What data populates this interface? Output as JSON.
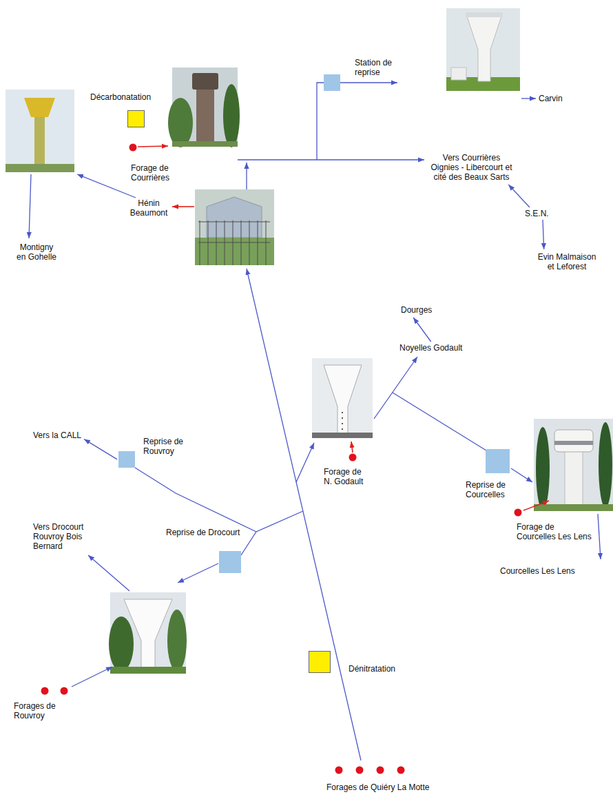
{
  "diagram": {
    "nodes": [
      {
        "text": [
          "Décarbonatation"
        ]
      },
      {
        "text": [
          "Forage de Courrières"
        ]
      },
      {
        "text": [
          "Station de reprise"
        ]
      },
      {
        "text": [
          "Carvin"
        ]
      },
      {
        "text": [
          "Vers Courrières Oignies - Libercourt et cité des Beaux Sarts"
        ]
      },
      {
        "text": [
          "S.E.N."
        ]
      },
      {
        "text": [
          "Evin Malmaison et Leforest"
        ]
      },
      {
        "text": [
          "Hénin Beaumont"
        ]
      },
      {
        "text": [
          "Montigny en Gohelle"
        ]
      },
      {
        "text": [
          "Dourges"
        ]
      },
      {
        "text": [
          "Noyelles Godault"
        ]
      },
      {
        "text": [
          "Vers la CALL"
        ]
      },
      {
        "text": [
          "Reprise de Rouvroy"
        ]
      },
      {
        "text": [
          "Vers Drocourt Rouvroy Bois Bernard"
        ]
      },
      {
        "text": [
          "Reprise de Drocourt"
        ]
      },
      {
        "text": [
          "Forage de N. Godault"
        ]
      },
      {
        "text": [
          "Reprise de Courcelles"
        ]
      },
      {
        "text": [
          "Forage de Courcelles Les Lens"
        ]
      },
      {
        "text": [
          "Courcelles Les Lens"
        ]
      },
      {
        "text": [
          "Dénitratation"
        ]
      },
      {
        "text": [
          "Forages de Rouvroy"
        ]
      },
      {
        "text": [
          "Forages de Quiéry La Motte"
        ]
      }
    ],
    "edges": [
      {
        "from": 5,
        "to": 4,
        "arrow": "to"
      },
      {
        "from": 5,
        "to": 6,
        "arrow": "to"
      },
      {
        "from": 10,
        "to": 9,
        "arrow": "to"
      },
      {
        "from": 12,
        "to": 11,
        "arrow": "to"
      }
    ]
  }
}
